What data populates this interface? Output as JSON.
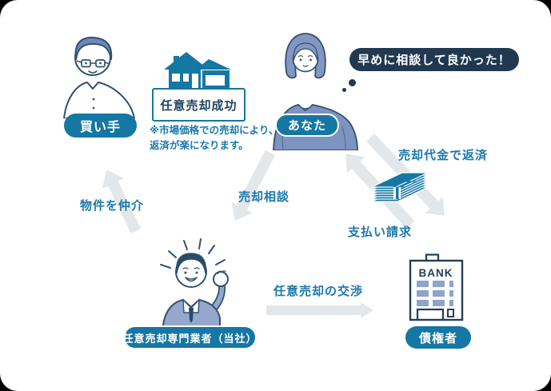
{
  "diagram": {
    "buyer": {
      "label": "買い手"
    },
    "success": {
      "title": "任意売却成功",
      "note_line1": "※市場価格での売却により、",
      "note_line2": "返済が楽になります。"
    },
    "you": {
      "label": "あなた",
      "speech": "早めに相談して良かった！"
    },
    "agent": {
      "label": "任意売却専門業者（当社）"
    },
    "creditor": {
      "label": "債権者",
      "building_sign": "BANK"
    },
    "arrows": {
      "broker": "物件を仲介",
      "consult": "売却相談",
      "repay": "売却代金で返済",
      "demand": "支払い請求",
      "negotiate": "任意売却の交渉"
    },
    "colors": {
      "pill_teal": "#1577a3",
      "label_blue": "#1c78aa",
      "speech_navy": "#203950",
      "outline_navy": "#31516f",
      "arrow_gray": "#e4e7ea",
      "suit_blue": "#95a7cd",
      "sweater_blue": "#7d93c0",
      "hair_blue": "#6e87b7",
      "window_blue": "#8ea4cc"
    }
  }
}
